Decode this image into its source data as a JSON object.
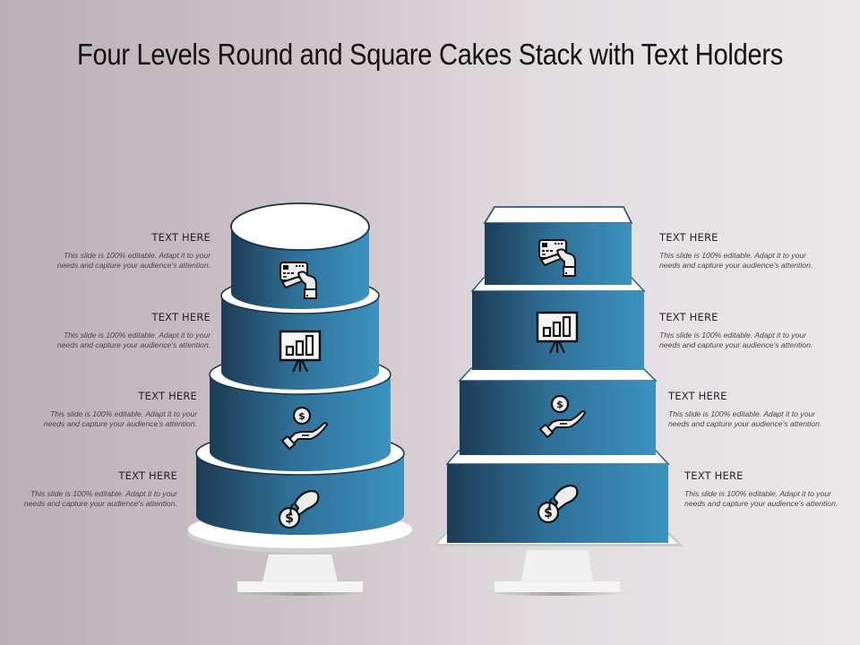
{
  "title": "Four Levels Round and Square Cakes Stack with Text Holders",
  "colors": {
    "tier_dark": "#1f3f59",
    "tier_light": "#3a8fba",
    "frosting": "#ffffff",
    "stand": "#f2f2f2",
    "icon_fill": "#f0f0f0",
    "icon_stroke": "#111111"
  },
  "round_cake": {
    "tiers": [
      {
        "level": 1,
        "icon": "credit-card-hand-icon"
      },
      {
        "level": 2,
        "icon": "presentation-chart-icon"
      },
      {
        "level": 3,
        "icon": "hand-receiving-coin-icon"
      },
      {
        "level": 4,
        "icon": "hand-giving-coin-icon"
      }
    ],
    "holders": [
      {
        "heading": "TEXT HERE",
        "body_line1": "This slide is 100% editable. Adapt it to your",
        "body_line2": "needs and capture your audience's attention."
      },
      {
        "heading": "TEXT HERE",
        "body_line1": "This slide is 100% editable. Adapt it to your",
        "body_line2": "needs and capture your audience's attention."
      },
      {
        "heading": "TEXT HERE",
        "body_line1": "This slide is 100% editable. Adapt it to your",
        "body_line2": "needs and capture your audience's attention."
      },
      {
        "heading": "TEXT HERE",
        "body_line1": "This slide is 100% editable. Adapt it to your",
        "body_line2": "needs and capture your audience's attention."
      }
    ]
  },
  "square_cake": {
    "tiers": [
      {
        "level": 1,
        "icon": "credit-card-hand-icon"
      },
      {
        "level": 2,
        "icon": "presentation-chart-icon"
      },
      {
        "level": 3,
        "icon": "hand-receiving-coin-icon"
      },
      {
        "level": 4,
        "icon": "hand-giving-coin-icon"
      }
    ],
    "holders": [
      {
        "heading": "TEXT HERE",
        "body_line1": "This slide is 100% editable. Adapt it to your",
        "body_line2": "needs and capture your audience's attention."
      },
      {
        "heading": "TEXT HERE",
        "body_line1": "This slide is 100% editable. Adapt it to your",
        "body_line2": "needs and capture your audience's attention."
      },
      {
        "heading": "TEXT HERE",
        "body_line1": "This slide is 100% editable. Adapt it to your",
        "body_line2": "needs and capture your audience's attention."
      },
      {
        "heading": "TEXT HERE",
        "body_line1": "This slide is 100% editable. Adapt it to your",
        "body_line2": "needs and capture your audience's attention."
      }
    ]
  }
}
